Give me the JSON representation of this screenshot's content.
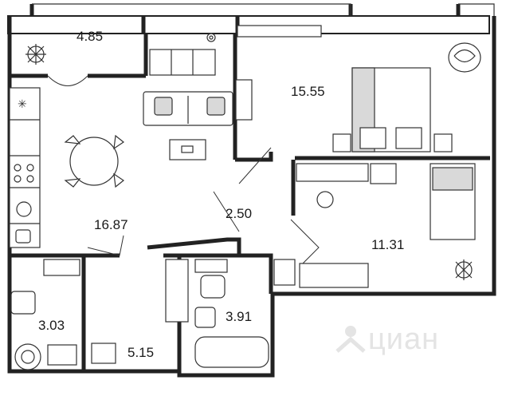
{
  "rooms": [
    {
      "id": "balcony",
      "area": "4.85"
    },
    {
      "id": "bedroom-1",
      "area": "15.55"
    },
    {
      "id": "living-kitchen",
      "area": "16.87"
    },
    {
      "id": "corridor",
      "area": "2.50"
    },
    {
      "id": "bedroom-2",
      "area": "11.31"
    },
    {
      "id": "bathroom-1",
      "area": "3.03"
    },
    {
      "id": "hallway",
      "area": "5.15"
    },
    {
      "id": "bathroom-2",
      "area": "3.91"
    }
  ],
  "watermark": {
    "text": "циан",
    "icon": "cian-logo-icon"
  },
  "colors": {
    "wall": "#222222",
    "furniture_fill": "#d9d9d9",
    "watermark": "#e4e4e4"
  }
}
